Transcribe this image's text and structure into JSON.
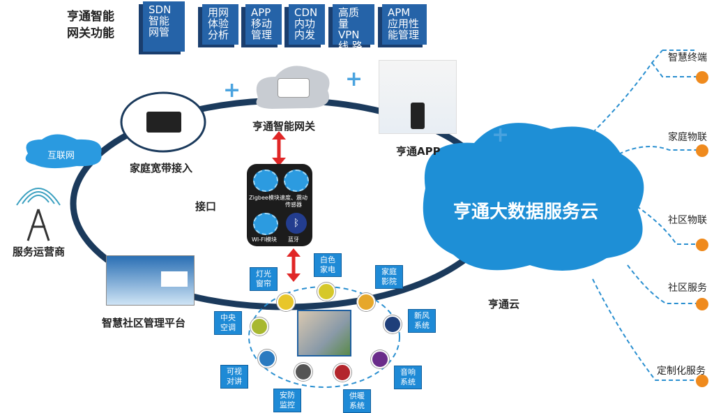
{
  "gateway_features": {
    "title_line1": "亨通智能",
    "title_line2": "网关功能",
    "items": [
      "SDN 智能 网管",
      "用网 体验 分析",
      "APP 移动 管理",
      "CDN 内功 内发",
      "高质量 VPN线 路",
      "APM 应用性 能管理"
    ]
  },
  "nodes": {
    "gateway": "亨通智能网关",
    "app": "亨通APP",
    "broadband": "家庭宽带接入",
    "internet": "互联网",
    "operator": "服务运营商",
    "interface": "接口",
    "platform": "智慧社区管理平台",
    "cloud_label": "亨通云",
    "cloud_title": "亨通大数据服务云"
  },
  "modules": {
    "zigbee": "Zigbee模块",
    "sensor": "速度、震动传感器",
    "wifi": "WI-FI模块",
    "bluetooth": "蓝牙"
  },
  "home_items": [
    {
      "label": "灯光窗帘",
      "color": "#e8c62a"
    },
    {
      "label": "白色家电",
      "color": "#d6c82a"
    },
    {
      "label": "家庭影院",
      "color": "#e6a72a"
    },
    {
      "label": "新风系统",
      "color": "#1f3f7a"
    },
    {
      "label": "音响系统",
      "color": "#6a2c8a"
    },
    {
      "label": "供暖系统",
      "color": "#b3262c"
    },
    {
      "label": "安防监控",
      "color": "#555555"
    },
    {
      "label": "可视对讲",
      "color": "#2a7ac0"
    },
    {
      "label": "中央空调",
      "color": "#a8b830"
    }
  ],
  "cloud_services": [
    "智慧终端",
    "家庭物联",
    "社区物联",
    "社区服务",
    "定制化服务"
  ],
  "colors": {
    "ring": "#1b3a5c",
    "cloud": "#1e8fd6",
    "accent": "#ef8a1d",
    "feature": "#2563a8"
  }
}
